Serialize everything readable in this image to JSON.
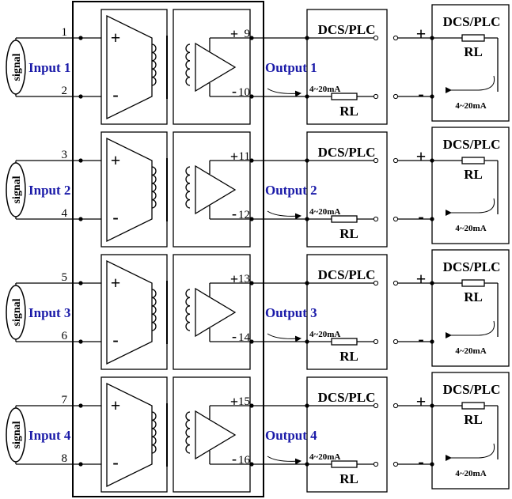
{
  "signal_label": "signal",
  "dcs_label": "DCS/PLC",
  "rl_label": "RL",
  "current_label": "4~20mA",
  "plus_sign": "+",
  "minus_sign": "-",
  "channels": [
    {
      "input": "Input 1",
      "output": "Output 1",
      "pins": [
        "1",
        "2",
        "9",
        "10"
      ]
    },
    {
      "input": "Input 2",
      "output": "Output 2",
      "pins": [
        "3",
        "4",
        "11",
        "12"
      ]
    },
    {
      "input": "Input 3",
      "output": "Output 3",
      "pins": [
        "5",
        "6",
        "13",
        "14"
      ]
    },
    {
      "input": "Input 4",
      "output": "Output 4",
      "pins": [
        "7",
        "8",
        "15",
        "16"
      ]
    }
  ]
}
